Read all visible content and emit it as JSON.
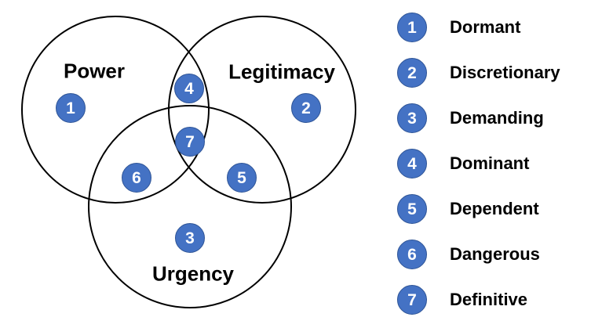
{
  "diagram": {
    "circles": [
      {
        "label": "Power"
      },
      {
        "label": "Legitimacy"
      },
      {
        "label": "Urgency"
      }
    ],
    "regions": [
      {
        "number": "1"
      },
      {
        "number": "2"
      },
      {
        "number": "3"
      },
      {
        "number": "4"
      },
      {
        "number": "5"
      },
      {
        "number": "6"
      },
      {
        "number": "7"
      }
    ]
  },
  "legend": {
    "items": [
      {
        "number": "1",
        "label": "Dormant"
      },
      {
        "number": "2",
        "label": "Discretionary"
      },
      {
        "number": "3",
        "label": "Demanding"
      },
      {
        "number": "4",
        "label": "Dominant"
      },
      {
        "number": "5",
        "label": "Dependent"
      },
      {
        "number": "6",
        "label": "Dangerous"
      },
      {
        "number": "7",
        "label": "Definitive"
      }
    ]
  },
  "colors": {
    "badge_fill": "#4472C4",
    "badge_border": "#2F5597",
    "circle_stroke": "#000000",
    "text": "#000000",
    "background": "#FFFFFF"
  }
}
